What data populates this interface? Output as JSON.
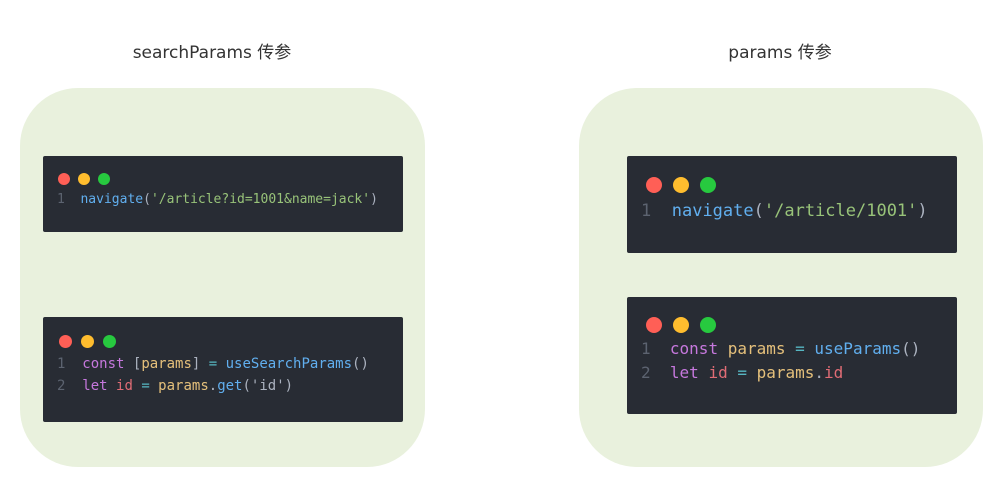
{
  "left": {
    "title": "searchParams 传参",
    "card1": {
      "lines": [
        {
          "num": "1",
          "tokens": [
            {
              "t": "navigate",
              "c": "fn"
            },
            {
              "t": "(",
              "c": "punc"
            },
            {
              "t": "'/article?id=1001&name=jack'",
              "c": "str"
            },
            {
              "t": ")",
              "c": "punc"
            }
          ]
        }
      ]
    },
    "card2": {
      "lines": [
        {
          "num": "1",
          "tokens": [
            {
              "t": "const ",
              "c": "kw"
            },
            {
              "t": "[",
              "c": "punc"
            },
            {
              "t": "params",
              "c": "var"
            },
            {
              "t": "] ",
              "c": "punc"
            },
            {
              "t": "= ",
              "c": "op"
            },
            {
              "t": "useSearchParams",
              "c": "fn"
            },
            {
              "t": "()",
              "c": "punc"
            }
          ]
        },
        {
          "num": "2",
          "tokens": [
            {
              "t": "let ",
              "c": "kw"
            },
            {
              "t": "id ",
              "c": "idv"
            },
            {
              "t": "= ",
              "c": "op"
            },
            {
              "t": "params",
              "c": "var"
            },
            {
              "t": ".",
              "c": "punc"
            },
            {
              "t": "get",
              "c": "fn"
            },
            {
              "t": "('id')",
              "c": "punc"
            }
          ]
        }
      ]
    }
  },
  "right": {
    "title": "params 传参",
    "card1": {
      "lines": [
        {
          "num": "1",
          "tokens": [
            {
              "t": "navigate",
              "c": "fn"
            },
            {
              "t": "(",
              "c": "punc"
            },
            {
              "t": "'/article/1001'",
              "c": "str"
            },
            {
              "t": ")",
              "c": "punc"
            }
          ]
        }
      ]
    },
    "card2": {
      "lines": [
        {
          "num": "1",
          "tokens": [
            {
              "t": "const ",
              "c": "kw"
            },
            {
              "t": "params ",
              "c": "var"
            },
            {
              "t": "= ",
              "c": "op"
            },
            {
              "t": "useParams",
              "c": "fn"
            },
            {
              "t": "()",
              "c": "punc"
            }
          ]
        },
        {
          "num": "2",
          "tokens": [
            {
              "t": "let ",
              "c": "kw"
            },
            {
              "t": "id ",
              "c": "idv"
            },
            {
              "t": "= ",
              "c": "op"
            },
            {
              "t": "params",
              "c": "var"
            },
            {
              "t": ".",
              "c": "punc"
            },
            {
              "t": "id",
              "c": "idv"
            }
          ]
        }
      ]
    }
  },
  "colors": {
    "panel_bg": "#e9f1dd",
    "card_bg": "#282c34",
    "dot_red": "#ff5f56",
    "dot_yellow": "#ffbd2e",
    "dot_green": "#27c93f"
  }
}
